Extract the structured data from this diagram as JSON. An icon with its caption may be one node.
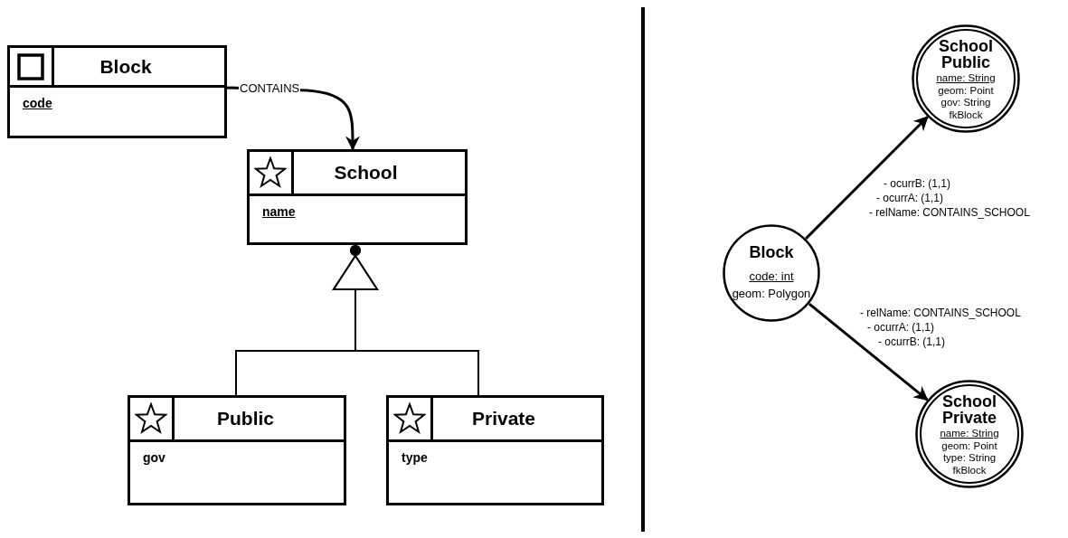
{
  "diagram": {
    "nodes": [
      {
        "text": [
          "Block",
          "code"
        ]
      },
      {
        "text": [
          "School",
          "name"
        ]
      },
      {
        "text": [
          "Public",
          "gov"
        ]
      },
      {
        "text": [
          "Private",
          "type"
        ]
      },
      {
        "text": [
          "Block",
          "code: int",
          "geom: Polygon"
        ]
      },
      {
        "text": [
          "School Public",
          "name: String",
          "geom: Point",
          "gov: String",
          "fkBlock"
        ]
      },
      {
        "text": [
          "School Private",
          "name: String",
          "geom: Point",
          "type: String",
          "fkBlock"
        ]
      }
    ],
    "edges": [
      {
        "from": 0,
        "to": 1,
        "arrow": "to",
        "label": "CONTAINS"
      },
      {
        "from": 2,
        "to": 1,
        "arrow": "to"
      },
      {
        "from": 3,
        "to": 1,
        "arrow": "to"
      },
      {
        "from": 4,
        "to": 5,
        "arrow": "to",
        "label": "- ocurrB: (1,1) - ocurrA: (1,1) - relName: CONTAINS_SCHOOL"
      },
      {
        "from": 4,
        "to": 6,
        "arrow": "to",
        "label": "- relName: CONTAINS_SCHOOL - ocurrA: (1,1) - ocurrB: (1,1)"
      }
    ]
  }
}
